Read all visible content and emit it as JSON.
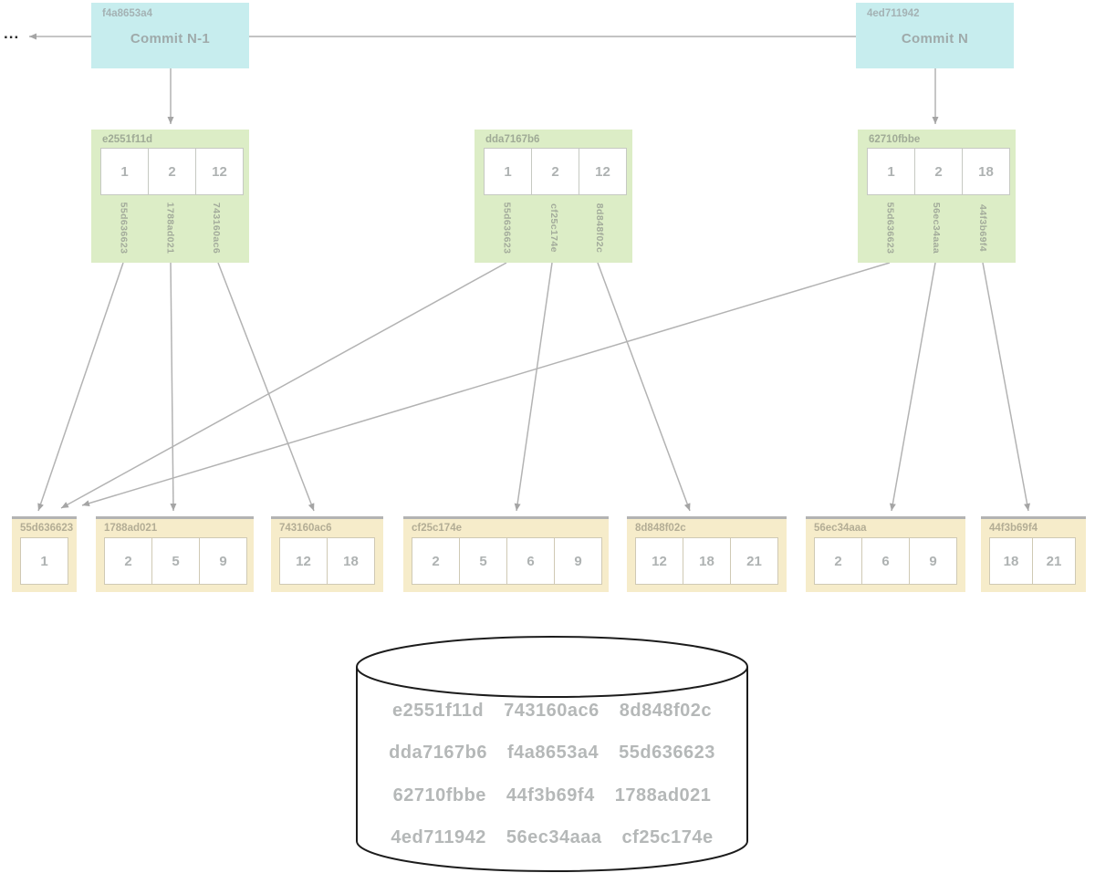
{
  "diagram": {
    "ellipsis": "...",
    "commits": [
      {
        "hash": "f4a8653a4",
        "label": "Commit N-1"
      },
      {
        "hash": "4ed711942",
        "label": "Commit N"
      }
    ],
    "trees": [
      {
        "hash": "e2551f11d",
        "entries": [
          {
            "value": "1",
            "child": "55d636623"
          },
          {
            "value": "2",
            "child": "1788ad021"
          },
          {
            "value": "12",
            "child": "743160ac6"
          }
        ]
      },
      {
        "hash": "dda7167b6",
        "entries": [
          {
            "value": "1",
            "child": "55d636623"
          },
          {
            "value": "2",
            "child": "cf25c174e"
          },
          {
            "value": "12",
            "child": "8d848f02c"
          }
        ]
      },
      {
        "hash": "62710fbbe",
        "entries": [
          {
            "value": "1",
            "child": "55d636623"
          },
          {
            "value": "2",
            "child": "56ec34aaa"
          },
          {
            "value": "18",
            "child": "44f3b69f4"
          }
        ]
      }
    ],
    "buckets": [
      {
        "hash": "55d636623",
        "values": [
          "1"
        ]
      },
      {
        "hash": "1788ad021",
        "values": [
          "2",
          "5",
          "9"
        ]
      },
      {
        "hash": "743160ac6",
        "values": [
          "12",
          "18"
        ]
      },
      {
        "hash": "cf25c174e",
        "values": [
          "2",
          "5",
          "6",
          "9"
        ]
      },
      {
        "hash": "8d848f02c",
        "values": [
          "12",
          "18",
          "21"
        ]
      },
      {
        "hash": "56ec34aaa",
        "values": [
          "2",
          "6",
          "9"
        ]
      },
      {
        "hash": "44f3b69f4",
        "values": [
          "18",
          "21"
        ]
      }
    ],
    "database": {
      "rows": [
        [
          "e2551f11d",
          "743160ac6",
          "8d848f02c"
        ],
        [
          "dda7167b6",
          "f4a8653a4",
          "55d636623"
        ],
        [
          "62710fbbe",
          "44f3b69f4",
          "1788ad021"
        ],
        [
          "4ed711942",
          "56ec34aaa",
          "cf25c174e"
        ]
      ]
    },
    "colors": {
      "commit_fill": "#c7edee",
      "tree_fill": "#dcedc6",
      "bucket_fill": "#f6ecca",
      "arrow": "#b3b3b3",
      "label_text": "#a5abab",
      "db_text": "#b5b8b8",
      "cylinder_stroke": "#1c1c1c"
    }
  }
}
